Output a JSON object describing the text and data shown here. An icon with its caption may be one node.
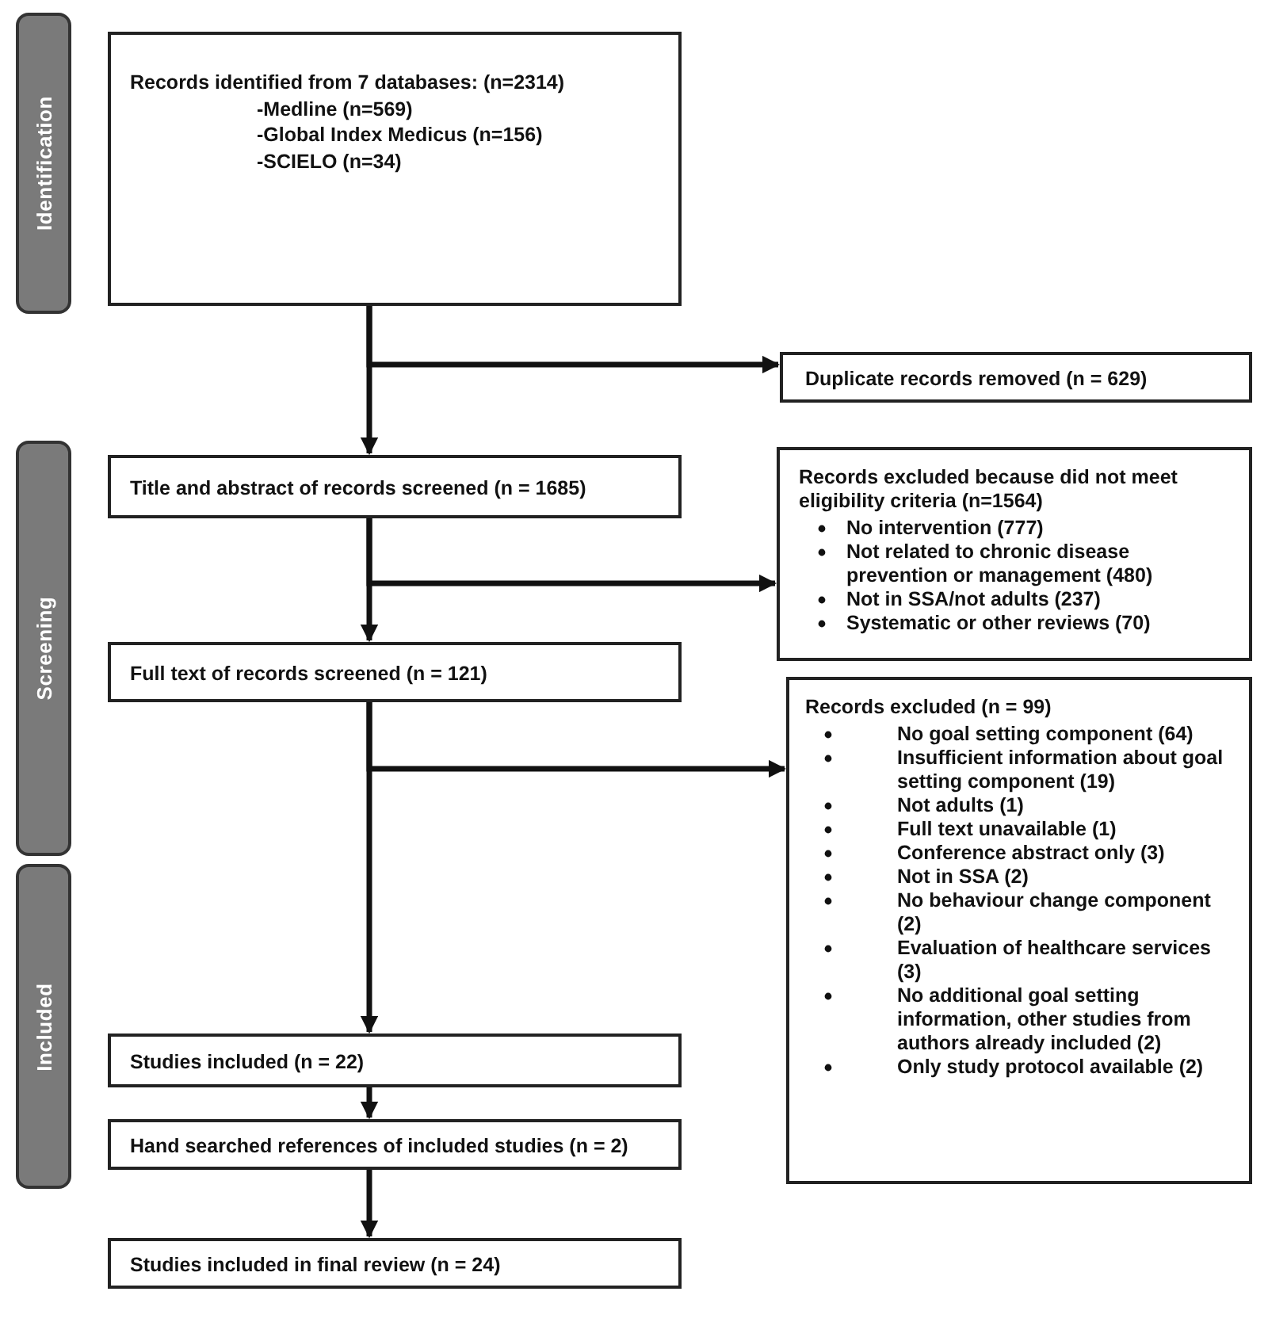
{
  "diagram": {
    "nodes": [
      {
        "text": [
          "Identification"
        ]
      },
      {
        "text": [
          "Screening"
        ]
      },
      {
        "text": [
          "Included"
        ]
      },
      {
        "text": [
          "Records identified from 7 databases: (n=2314)",
          "-Medline (n=569)",
          "-Global Index Medicus (n=156)",
          "-SCIELO (n=34)"
        ]
      },
      {
        "text": [
          "Duplicate records removed (n = 629)"
        ]
      },
      {
        "text": [
          "Title and abstract of records screened (n = 1685)"
        ]
      },
      {
        "text": [
          "Records excluded because did not meet eligibility criteria (n=1564)",
          "No intervention (777)",
          "Not related to chronic disease prevention or management (480)",
          "Not in SSA/not adults (237)",
          "Systematic or other reviews (70)"
        ]
      },
      {
        "text": [
          "Full text of records screened (n = 121)"
        ]
      },
      {
        "text": [
          "Records excluded (n = 99)",
          "No goal setting component (64)",
          "Insufficient information about goal setting component (19)",
          "Not adults (1)",
          "Full text unavailable (1)",
          "Conference abstract only (3)",
          "Not in SSA (2)",
          "No behaviour change component (2)",
          "Evaluation of healthcare services (3)",
          "No additional goal setting information, other studies from authors already included (2)",
          "Only study protocol available (2)"
        ]
      },
      {
        "text": [
          "Studies included (n = 22)"
        ]
      },
      {
        "text": [
          "Hand searched references of included studies (n = 2)"
        ]
      },
      {
        "text": [
          "Studies included in final review (n = 24)"
        ]
      }
    ],
    "edges": [
      {
        "from": 3,
        "to": 5,
        "arrow": "to"
      },
      {
        "from": 3,
        "to": 4,
        "arrow": "to"
      },
      {
        "from": 5,
        "to": 7,
        "arrow": "to"
      },
      {
        "from": 5,
        "to": 6,
        "arrow": "to"
      },
      {
        "from": 7,
        "to": 9,
        "arrow": "to"
      },
      {
        "from": 7,
        "to": 8,
        "arrow": "to"
      },
      {
        "from": 9,
        "to": 10,
        "arrow": "to"
      },
      {
        "from": 10,
        "to": 11,
        "arrow": "to"
      }
    ]
  }
}
